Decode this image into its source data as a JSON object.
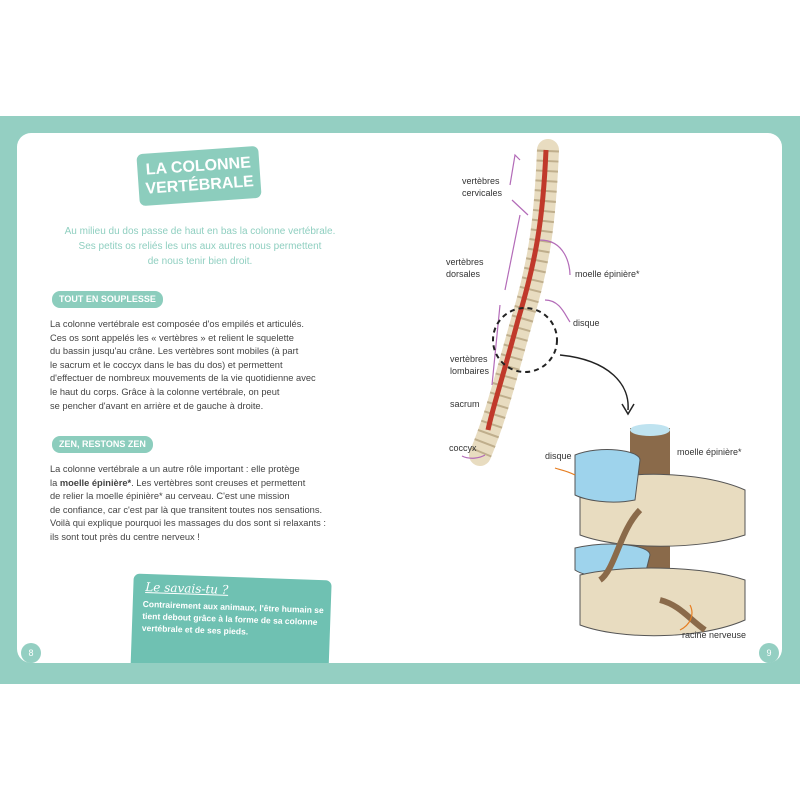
{
  "left_page": {
    "title": [
      "LA COLONNE",
      "VERTÉBRALE"
    ],
    "intro": [
      "Au milieu du dos passe de haut en bas la colonne vertébrale.",
      "Ses petits os reliés les uns aux autres nous permettent",
      "de nous tenir bien droit."
    ],
    "section1": {
      "heading": "TOUT EN SOUPLESSE",
      "lines": [
        "La colonne vertébrale est composée d'os empilés et articulés.",
        "Ces os sont appelés les « vertèbres » et relient le squelette",
        "du bassin jusqu'au crâne. Les vertèbres sont mobiles (à part",
        "le sacrum et le coccyx dans le bas du dos) et permettent",
        "d'effectuer de nombreux mouvements de la vie quotidienne avec",
        "le haut du corps. Grâce à la colonne vertébrale, on peut",
        "se pencher d'avant en arrière et de gauche à droite."
      ]
    },
    "section2": {
      "heading": "ZEN, RESTONS ZEN",
      "line1": "La colonne vertébrale a un autre rôle important : elle protège",
      "line2_pre": "la ",
      "line2_bold": "moelle épinière*",
      "line2_post": ". Les vertèbres sont creuses et permettent",
      "lines": [
        "de relier la moelle épinière* au cerveau. C'est une mission",
        "de confiance, car c'est par là que transitent toutes nos sensations.",
        "Voilà qui explique pourquoi les massages du dos sont si relaxants :",
        "ils sont tout près du centre nerveux !"
      ]
    },
    "callout": {
      "heading": "Le savais-tu ?",
      "text": "Contrairement aux animaux, l'être humain se tient debout grâce à la forme de sa colonne vertébrale et de ses pieds."
    },
    "page_number": "8"
  },
  "right_page": {
    "labels": {
      "cervicales": [
        "vertèbres",
        "cervicales"
      ],
      "dorsales": [
        "vertèbres",
        "dorsales"
      ],
      "lombaires": [
        "vertèbres",
        "lombaires"
      ],
      "sacrum": "sacrum",
      "coccyx": "coccyx",
      "moelle": "moelle épinière*",
      "disque": "disque",
      "disque2": "disque",
      "moelle2": "moelle épinière*",
      "racine": "racine nerveuse"
    },
    "page_number": "9"
  },
  "colors": {
    "teal": "#94cfc2",
    "dark_teal": "#6fc1b2",
    "purple": "#b36bb8",
    "bone": "#e8dcc0",
    "disc": "#9ed3ec",
    "cord": "#c0392b"
  }
}
